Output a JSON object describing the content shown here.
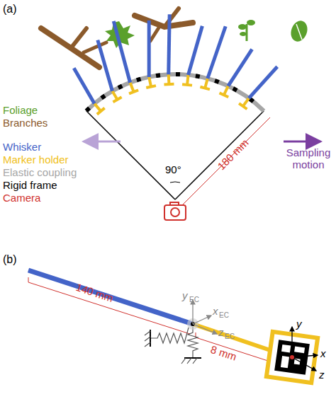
{
  "diagram": {
    "labels": [
      "(a)",
      "90°",
      "180 mm",
      "Sampling motion",
      "(b)",
      "140 mm",
      "8 mm",
      "y",
      "EC",
      "x",
      "EC",
      "z",
      "EC",
      "y",
      "x",
      "z"
    ],
    "legend": [
      {
        "text": "Foliage",
        "color": "#5aa02c"
      },
      {
        "text": "Branches",
        "color": "#8b5a2b"
      },
      {
        "text": "Whisker",
        "color": "#4464c8"
      },
      {
        "text": "Marker holder",
        "color": "#f0c020"
      },
      {
        "text": "Elastic coupling",
        "color": "#a6a6a6"
      },
      {
        "text": "Rigid frame",
        "color": "#000000"
      },
      {
        "text": "Camera",
        "color": "#d0312d"
      }
    ]
  }
}
